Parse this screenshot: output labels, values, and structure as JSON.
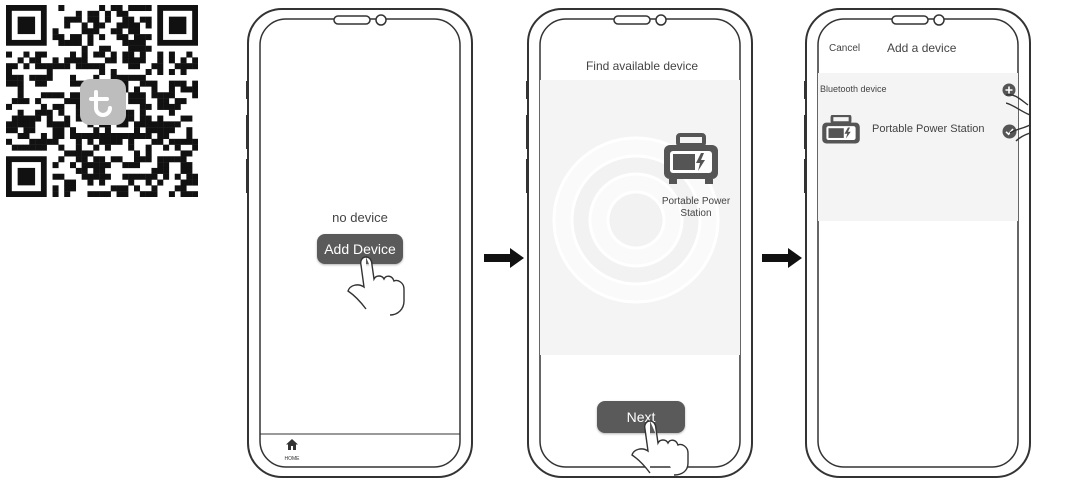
{
  "step1": {
    "empty_label": "no device",
    "add_button_label": "Add Device",
    "nav_home_label": "HOME"
  },
  "step2": {
    "title": "Find available device",
    "device_name": "Portable Power Station",
    "next_button_label": "Next"
  },
  "step3": {
    "cancel_label": "Cancel",
    "title": "Add a device",
    "section_label": "Bluetooth device",
    "device_name": "Portable Power Station"
  },
  "icons": [
    "qr-code",
    "tuya-logo",
    "home-icon",
    "power-station-icon",
    "lightning-icon",
    "add-icon",
    "check-icon",
    "pointing-hand-icon",
    "right-arrow-icon"
  ],
  "colors": {
    "button": "#5a5a5a",
    "outline": "#333333",
    "panel": "#f4f4f4"
  }
}
